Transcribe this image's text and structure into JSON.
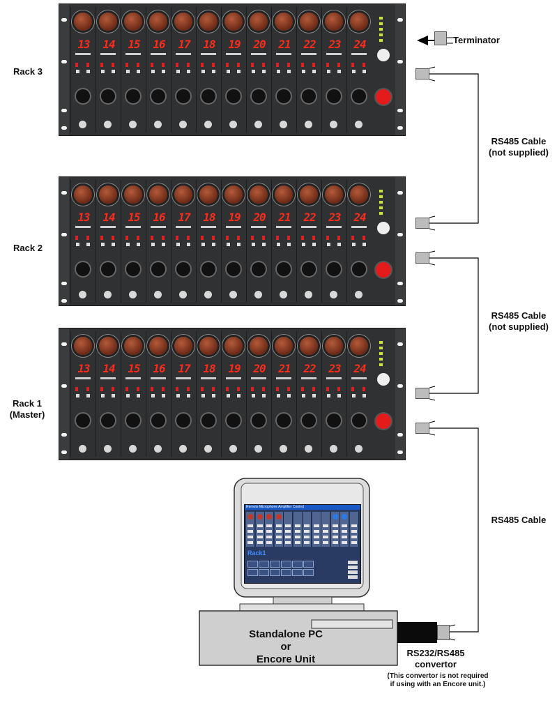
{
  "labels": {
    "rack3": "Rack 3",
    "rack2": "Rack 2",
    "rack1_line1": "Rack 1",
    "rack1_line2": "(Master)",
    "terminator": "Terminator",
    "cable1_line1": "RS485 Cable",
    "cable1_line2": "(not supplied)",
    "cable2_line1": "RS485 Cable",
    "cable2_line2": "(not supplied)",
    "cable3": "RS485 Cable",
    "pc_line1": "Standalone PC",
    "pc_line2": "or",
    "pc_line3": "Encore Unit",
    "convertor_line1": "RS232/RS485",
    "convertor_line2": "convertor",
    "note_line1": "(This convertor is not required",
    "note_line2": "if using with an Encore unit.)"
  },
  "channel_numbers": [
    "13",
    "14",
    "15",
    "16",
    "17",
    "18",
    "19",
    "20",
    "21",
    "22",
    "23",
    "24"
  ],
  "screen": {
    "title_bar": "Remote Microphone Amplifier Control",
    "rack_label": "Rack1"
  },
  "colors": {
    "rack": "#2f3133",
    "knob": "#8a3a22",
    "display": "#ff2b1a",
    "button": "#e41b1b",
    "line": "#000000"
  }
}
